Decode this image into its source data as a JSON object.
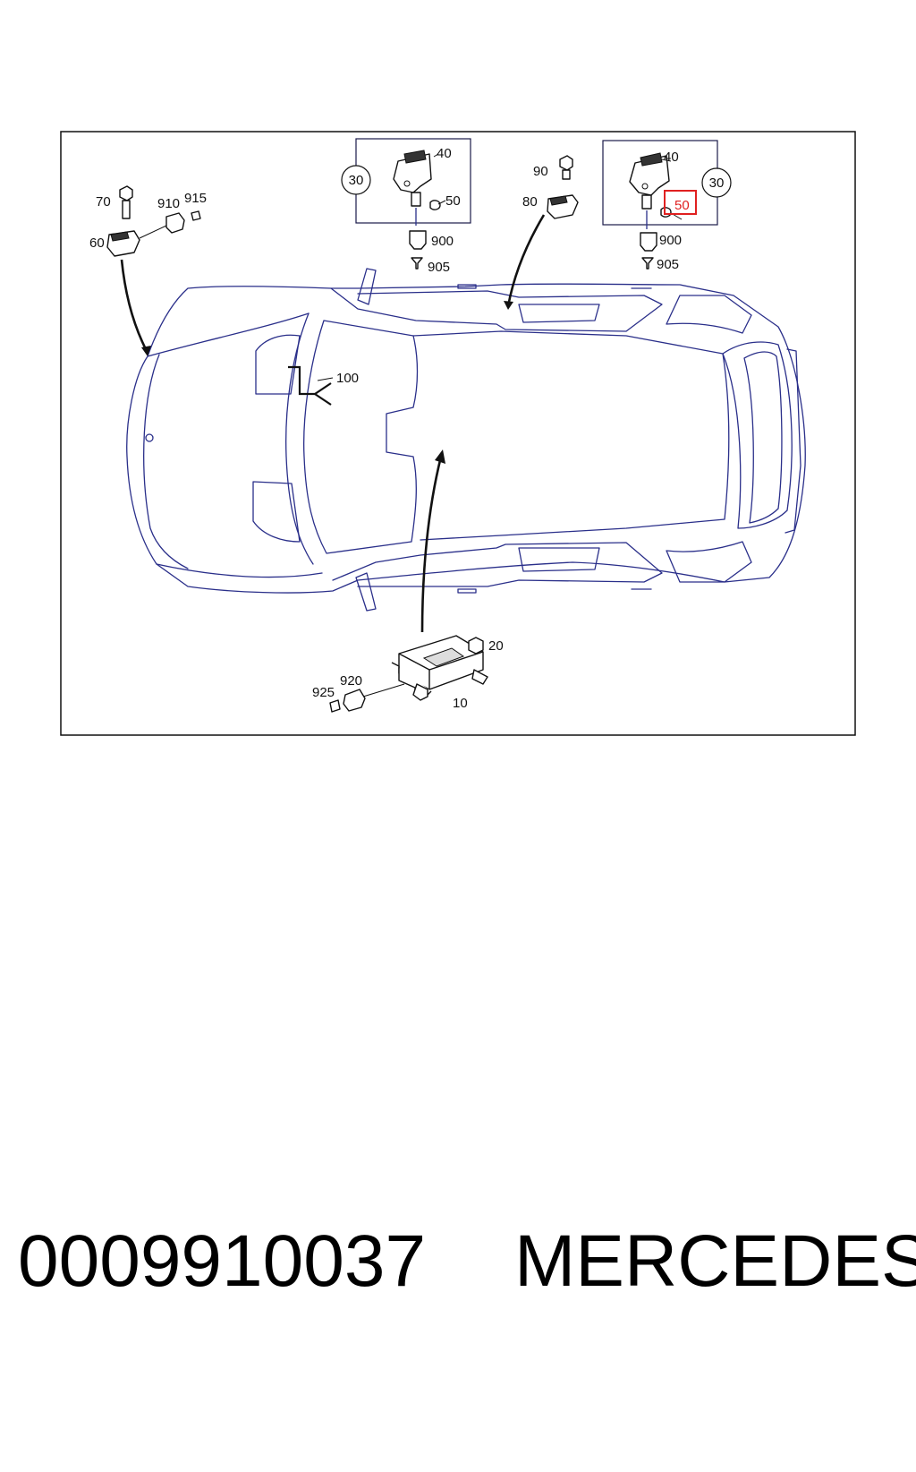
{
  "diagram": {
    "callouts": {
      "p70": "70",
      "p910": "910",
      "p915": "915",
      "p60": "60",
      "p40a": "40",
      "p30a": "30",
      "p50a": "50",
      "p900a": "900",
      "p905a": "905",
      "p90": "90",
      "p80": "80",
      "p40b": "40",
      "p30b": "30",
      "p50b": "50",
      "p900b": "900",
      "p905b": "905",
      "p100": "100",
      "p20": "20",
      "p920": "920",
      "p925": "925",
      "p10": "10"
    },
    "highlighted_part": "50",
    "colors": {
      "car_outline": "#2a2f8a",
      "highlight": "#e02020",
      "inset_border": "#1a1a4a"
    }
  },
  "footer": {
    "part_number": "0009910037",
    "brand": "MERCEDES"
  }
}
